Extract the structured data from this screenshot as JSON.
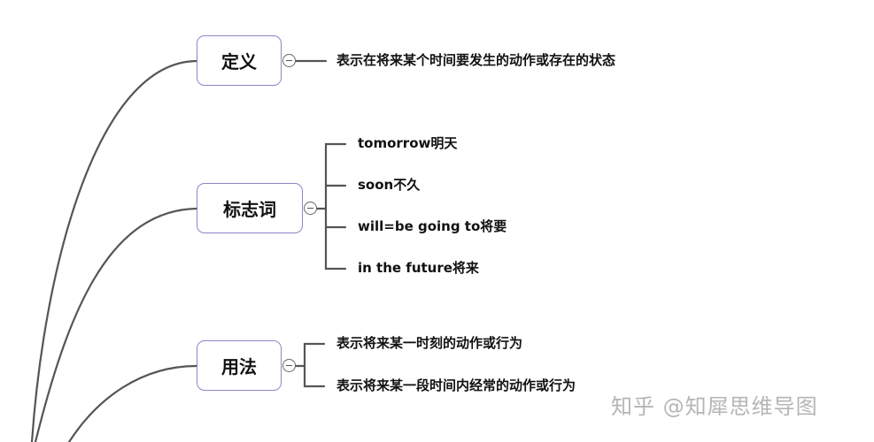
{
  "colors": {
    "line": "#555555",
    "node_border": "#8a86c7",
    "watermark": "#b5b5b5"
  },
  "nodes": {
    "definition": {
      "label": "定义",
      "items": [
        "表示在将来某个时间要发生的动作或存在的状态"
      ]
    },
    "signal_words": {
      "label": "标志词",
      "items": [
        "tomorrow明天",
        "soon不久",
        "will=be going to将要",
        "in the future将来"
      ]
    },
    "usage": {
      "label": "用法",
      "items": [
        "表示将来某一时刻的动作或行为",
        "表示将来某一段时间内经常的动作或行为"
      ]
    }
  },
  "watermark": {
    "text": "知乎 @知犀思维导图"
  }
}
